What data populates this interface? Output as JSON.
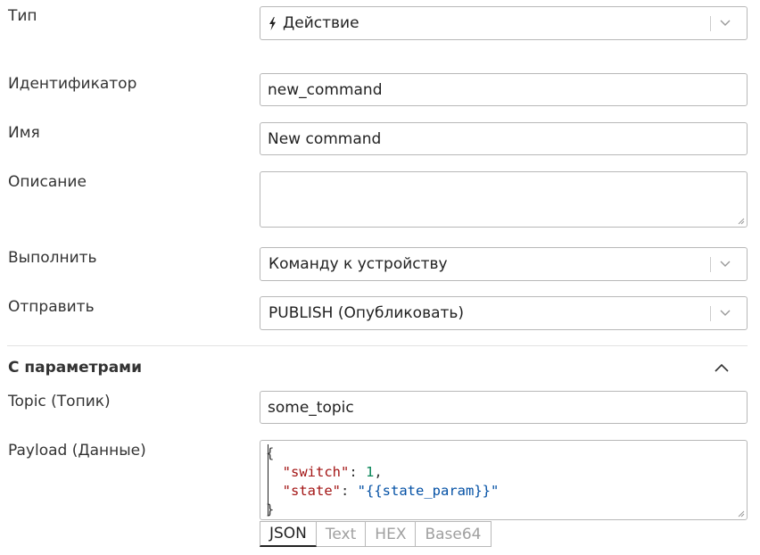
{
  "fields": {
    "type": {
      "label": "Тип",
      "value": "Действие"
    },
    "identifier": {
      "label": "Идентификатор",
      "value": "new_command"
    },
    "name": {
      "label": "Имя",
      "value": "New command"
    },
    "description": {
      "label": "Описание",
      "value": ""
    },
    "execute": {
      "label": "Выполнить",
      "value": "Команду к устройству"
    },
    "send": {
      "label": "Отправить",
      "value": "PUBLISH (Опубликовать)"
    }
  },
  "params_section": {
    "title": "С параметрами",
    "topic": {
      "label": "Topic (Топик)",
      "value": "some_topic"
    },
    "payload": {
      "label": "Payload (Данные)",
      "lines": [
        {
          "open": "{"
        },
        {
          "key": "\"switch\"",
          "colon": ": ",
          "value": "1",
          "tail": ","
        },
        {
          "key": "\"state\"",
          "colon": ": ",
          "value": "\"{{state_param}}\"",
          "tail": ""
        },
        {
          "close": "}"
        }
      ]
    },
    "format_tabs": [
      "JSON",
      "Text",
      "HEX",
      "Base64"
    ],
    "active_tab": "JSON"
  },
  "icons": {
    "type_icon": "lightning-bolt-icon",
    "dropdown": "chevron-down-icon",
    "collapse": "chevron-up-icon",
    "resize": "resize-grip-icon"
  }
}
